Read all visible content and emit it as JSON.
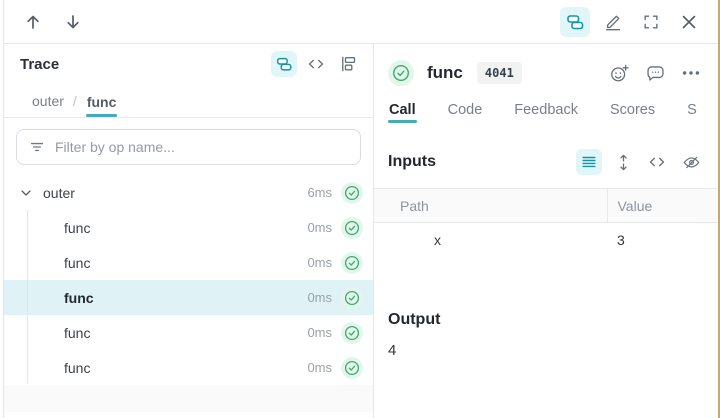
{
  "colors": {
    "accent_teal": "#0e97a7",
    "teal_highlight_bg": "#e1f6f9",
    "active_underline": "#45a9c1",
    "success_green": "#3baa71",
    "success_green_bg": "#e4f6ec",
    "selected_row_bg": "#dff3f7",
    "right_edge": "#c3ab6b"
  },
  "trace_panel": {
    "title": "Trace",
    "breadcrumb": {
      "root": "outer",
      "separator": "/",
      "active": "func"
    },
    "filter": {
      "placeholder": "Filter by op name..."
    },
    "tree": [
      {
        "label": "outer",
        "duration": "6ms",
        "level": 0,
        "expanded": true,
        "selected": false,
        "status": "success"
      },
      {
        "label": "func",
        "duration": "0ms",
        "level": 1,
        "selected": false,
        "status": "success"
      },
      {
        "label": "func",
        "duration": "0ms",
        "level": 1,
        "selected": false,
        "status": "success"
      },
      {
        "label": "func",
        "duration": "0ms",
        "level": 1,
        "selected": true,
        "status": "success"
      },
      {
        "label": "func",
        "duration": "0ms",
        "level": 1,
        "selected": false,
        "status": "success"
      },
      {
        "label": "func",
        "duration": "0ms",
        "level": 1,
        "selected": false,
        "status": "success"
      }
    ]
  },
  "detail_panel": {
    "header": {
      "title": "func",
      "badge": "4041",
      "status": "success"
    },
    "tabs": [
      {
        "label": "Call",
        "active": true
      },
      {
        "label": "Code",
        "active": false
      },
      {
        "label": "Feedback",
        "active": false
      },
      {
        "label": "Scores",
        "active": false
      },
      {
        "label": "S",
        "active": false
      }
    ],
    "inputs": {
      "title": "Inputs",
      "columns": {
        "path": "Path",
        "value": "Value"
      },
      "rows": [
        {
          "path": "x",
          "value": "3"
        }
      ]
    },
    "output": {
      "title": "Output",
      "value": "4"
    }
  },
  "icons": {
    "topbar": [
      "up-arrow",
      "down-arrow",
      "stack",
      "edit-pencil",
      "fullscreen",
      "close"
    ],
    "trace_views": [
      "stack",
      "code",
      "flame-graph"
    ],
    "call_actions": [
      "add-reaction",
      "comment",
      "overflow-menu"
    ],
    "inputs_actions": [
      "list-view",
      "expand-vertical",
      "code-view",
      "hide-eye"
    ]
  }
}
